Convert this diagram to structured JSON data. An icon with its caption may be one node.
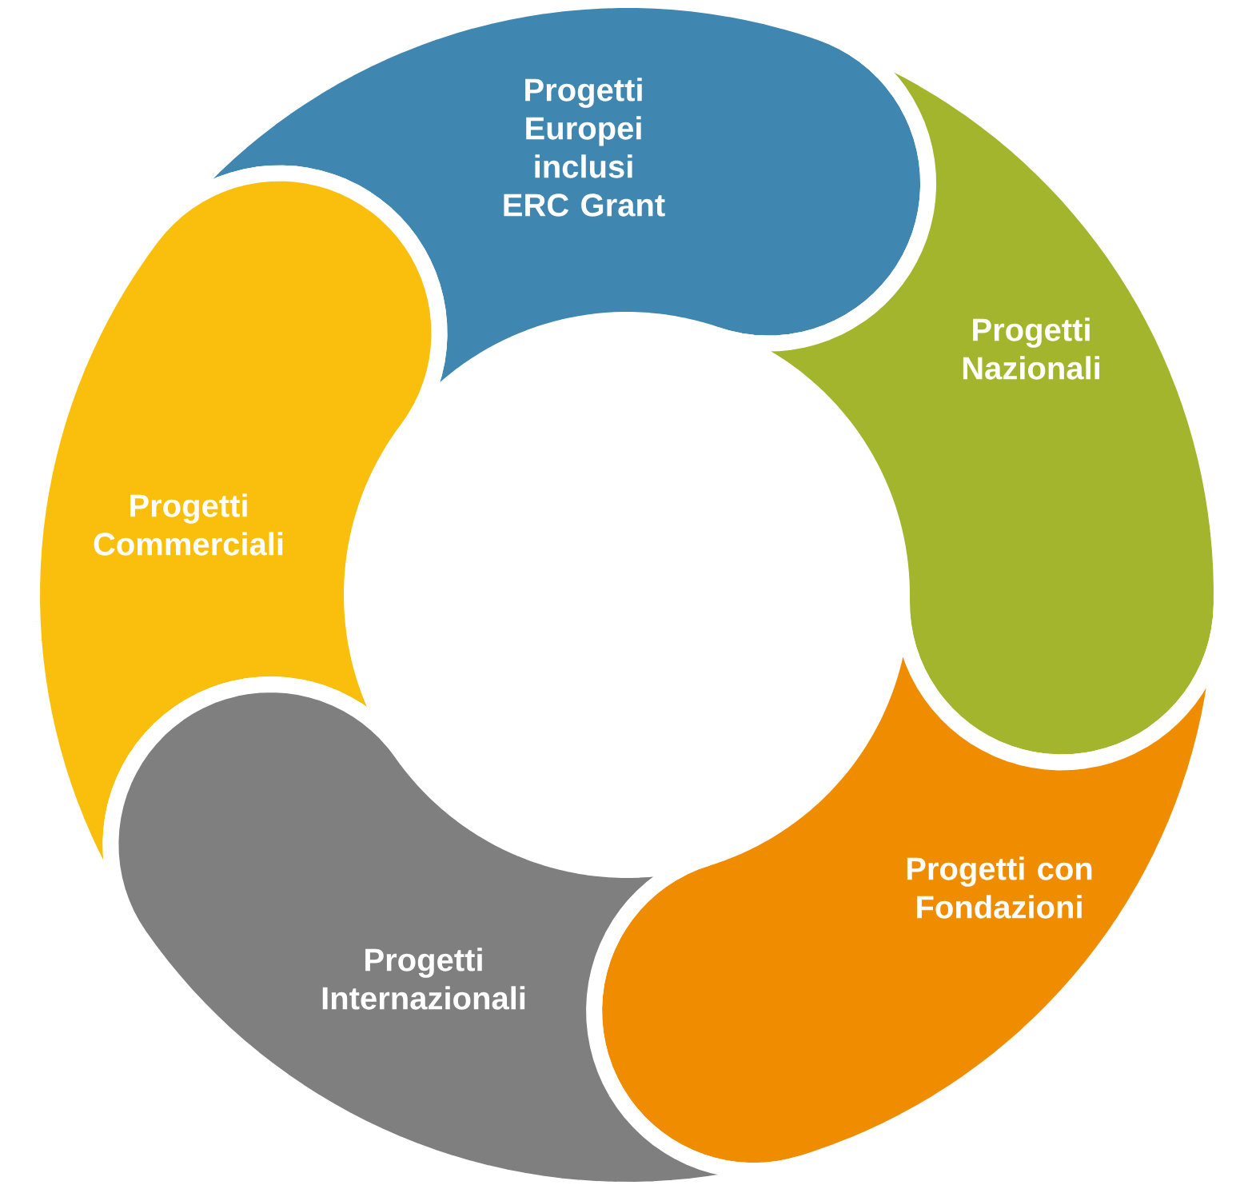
{
  "diagram": {
    "nodes": [
      {
        "text": [
          "Progetti Europei inclusi ERC Grant"
        ]
      },
      {
        "text": [
          "Progetti Nazionali"
        ]
      },
      {
        "text": [
          "Progetti Commerciali"
        ]
      },
      {
        "text": [
          "Progetti con Fondazioni"
        ]
      },
      {
        "text": [
          "Progetti Internazionali"
        ]
      }
    ]
  }
}
